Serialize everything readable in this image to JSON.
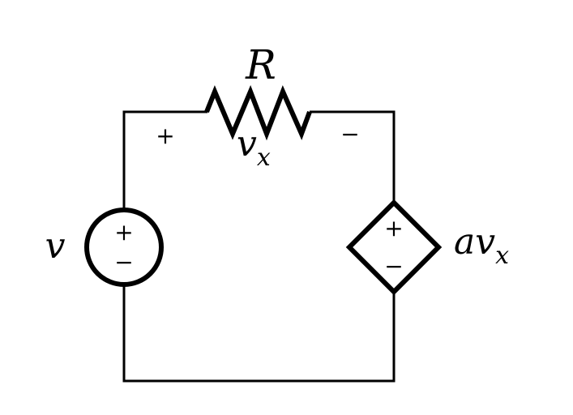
{
  "components": {
    "resistor": {
      "label": "R",
      "voltage_label": "v",
      "voltage_subscript": "x",
      "plus": "+",
      "minus": "−"
    },
    "voltage_source": {
      "label": "v",
      "plus": "+",
      "minus": "−"
    },
    "dependent_source": {
      "label_coef": "a",
      "label_var": "v",
      "label_subscript": "x",
      "plus": "+",
      "minus": "−"
    }
  },
  "colors": {
    "stroke": "#000000",
    "background": "#ffffff"
  }
}
